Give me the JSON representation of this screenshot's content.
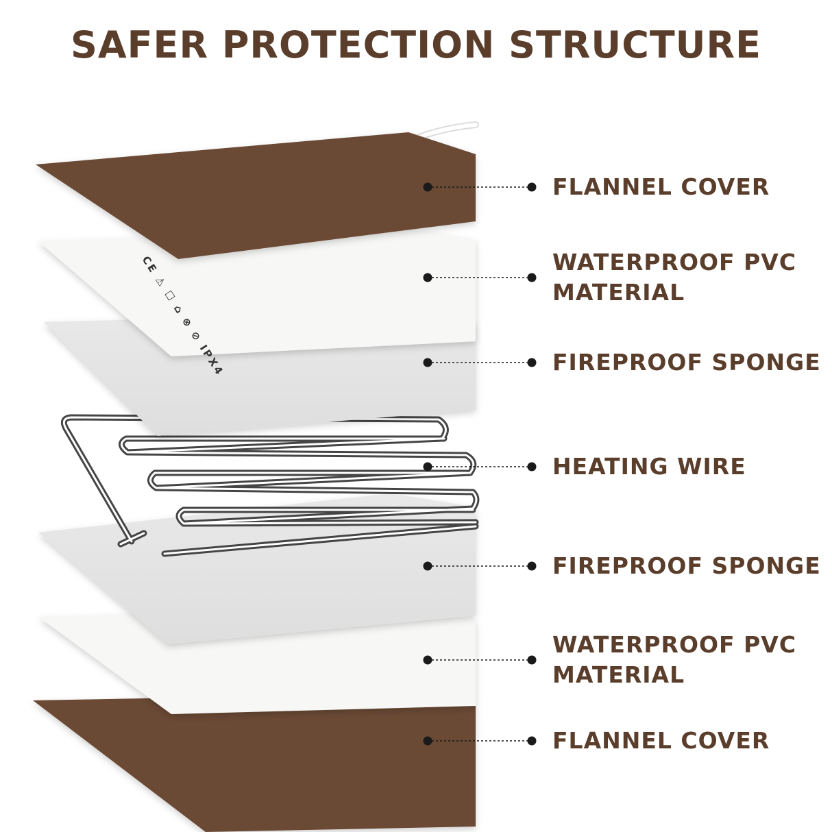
{
  "title": "SAFER PROTECTION STRUCTURE",
  "colors": {
    "title_text": "#5a3e2b",
    "flannel": "#6b4a34",
    "pvc": "#f7f7f5",
    "sponge": "#e7e7e7",
    "wire": "#454545",
    "leader": "#1a1a1a"
  },
  "layers": [
    {
      "name": "flannel-cover-top",
      "lines": [
        "FLANNEL COVER"
      ],
      "material": "flannel"
    },
    {
      "name": "waterproof-pvc-top",
      "lines": [
        "WATERPROOF PVC",
        "MATERIAL"
      ],
      "material": "pvc"
    },
    {
      "name": "fireproof-sponge-top",
      "lines": [
        "FIREPROOF SPONGE"
      ],
      "material": "sponge"
    },
    {
      "name": "heating-wire",
      "lines": [
        "HEATING WIRE"
      ],
      "material": "wire"
    },
    {
      "name": "fireproof-sponge-bottom",
      "lines": [
        "FIREPROOF SPONGE"
      ],
      "material": "sponge"
    },
    {
      "name": "waterproof-pvc-bottom",
      "lines": [
        "WATERPROOF PVC",
        "MATERIAL"
      ],
      "material": "pvc"
    },
    {
      "name": "flannel-cover-bottom",
      "lines": [
        "FLANNEL COVER"
      ],
      "material": "flannel"
    }
  ],
  "certification_marks": "CE ⚠ ☐ ⌂ ⊗ ⊘ IPX4"
}
